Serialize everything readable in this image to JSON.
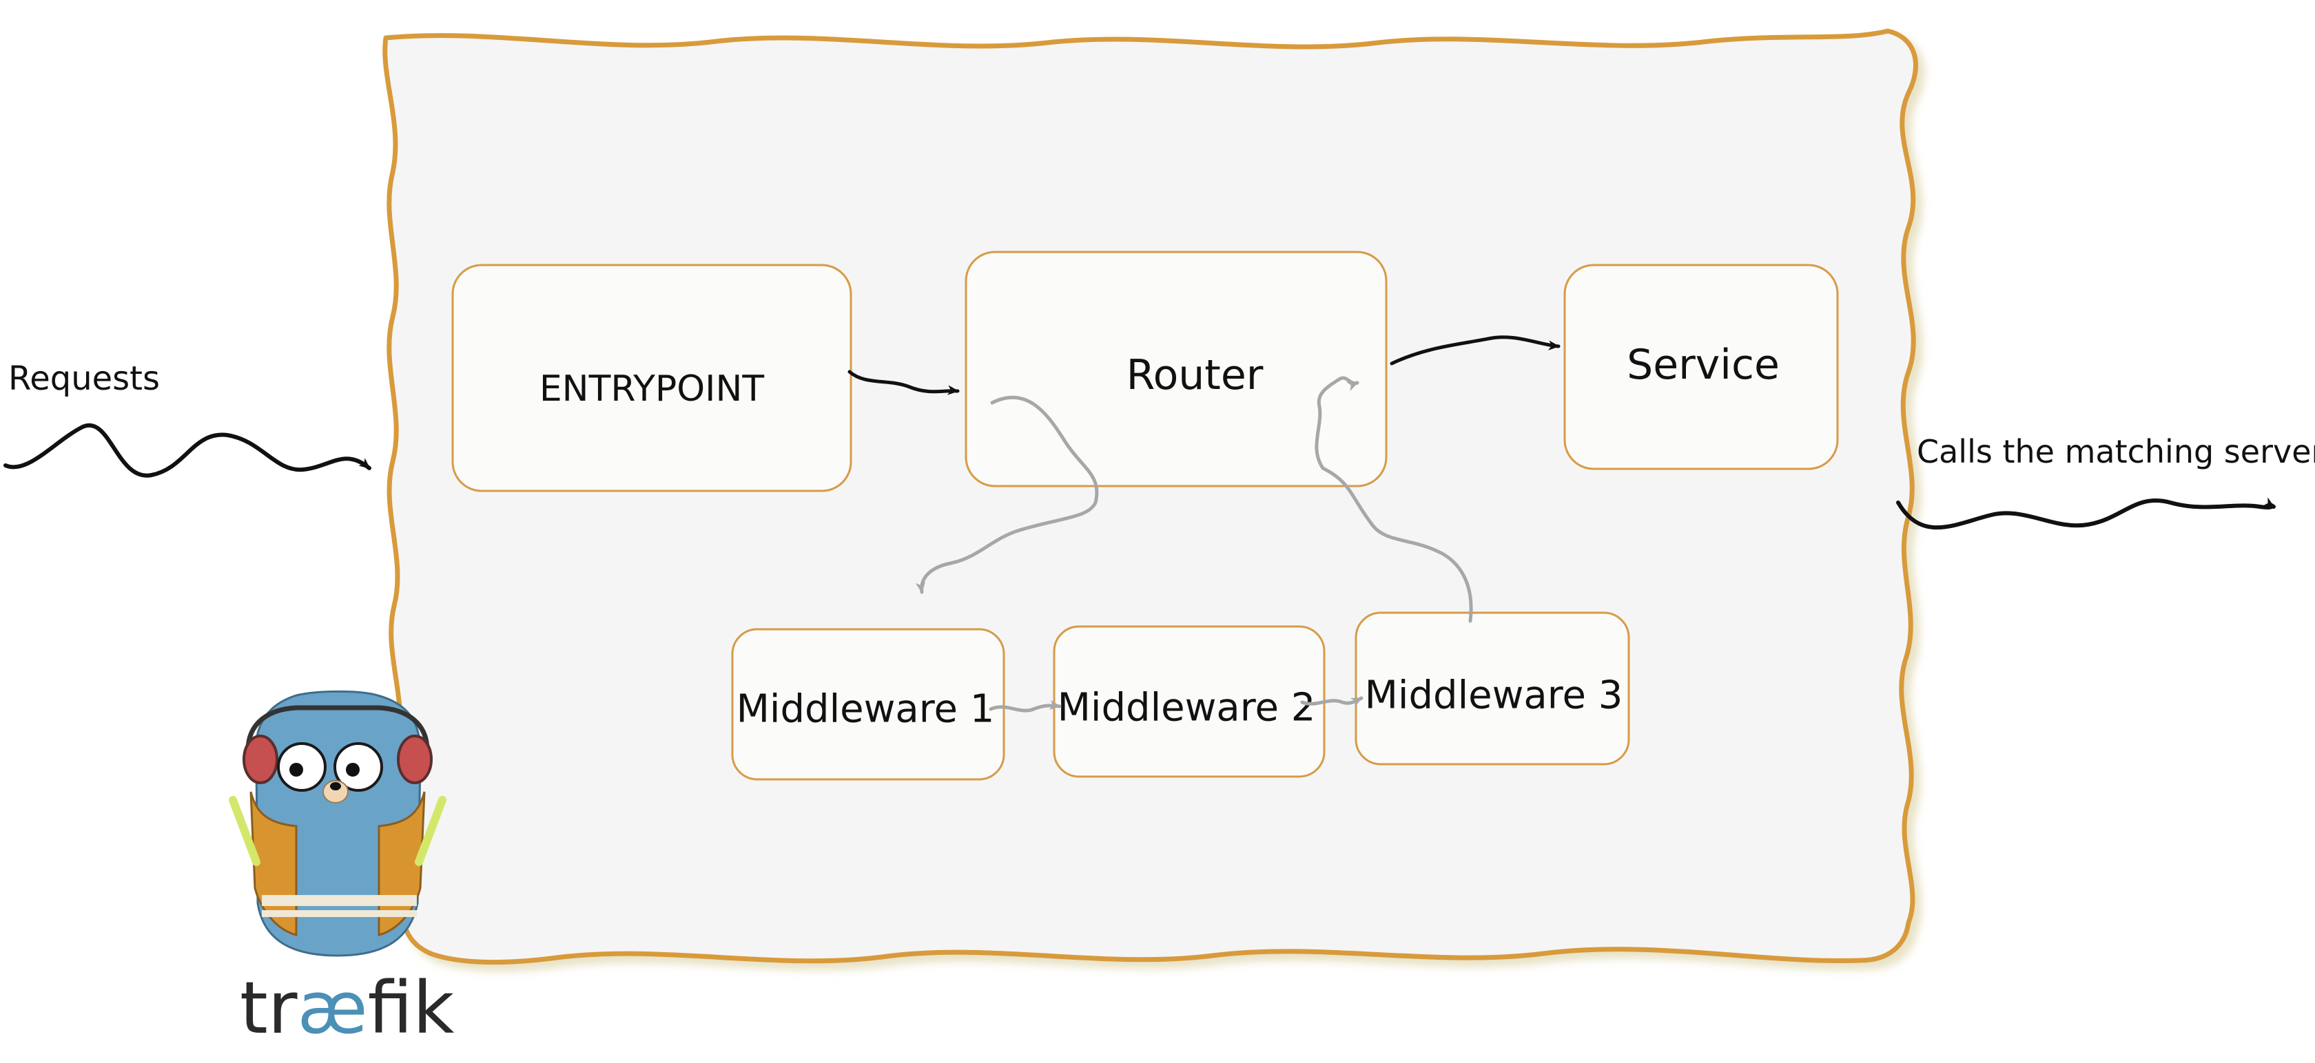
{
  "diagram": {
    "labels": {
      "requests": "Requests",
      "calls": "Calls the matching server"
    },
    "nodes": {
      "entrypoint": "ENTRYPOINT",
      "router": "Router",
      "service": "Service",
      "middleware1": "Middleware 1",
      "middleware2": "Middleware 2",
      "middleware3": "Middleware 3"
    },
    "logo": {
      "text_pre": "tr",
      "text_ae": "æ",
      "text_post": "fik"
    },
    "colors": {
      "frame_border": "#d89a3a",
      "frame_fill": "#f5f5f5",
      "node_fill": "#fbfbf9",
      "node_border": "#d79b47",
      "arrow_main": "#111111",
      "arrow_middleware": "#a7a7a7",
      "logo_accent": "#4c8fb7",
      "gopher_body": "#6aa3c8",
      "vest": "#d8952f"
    }
  }
}
